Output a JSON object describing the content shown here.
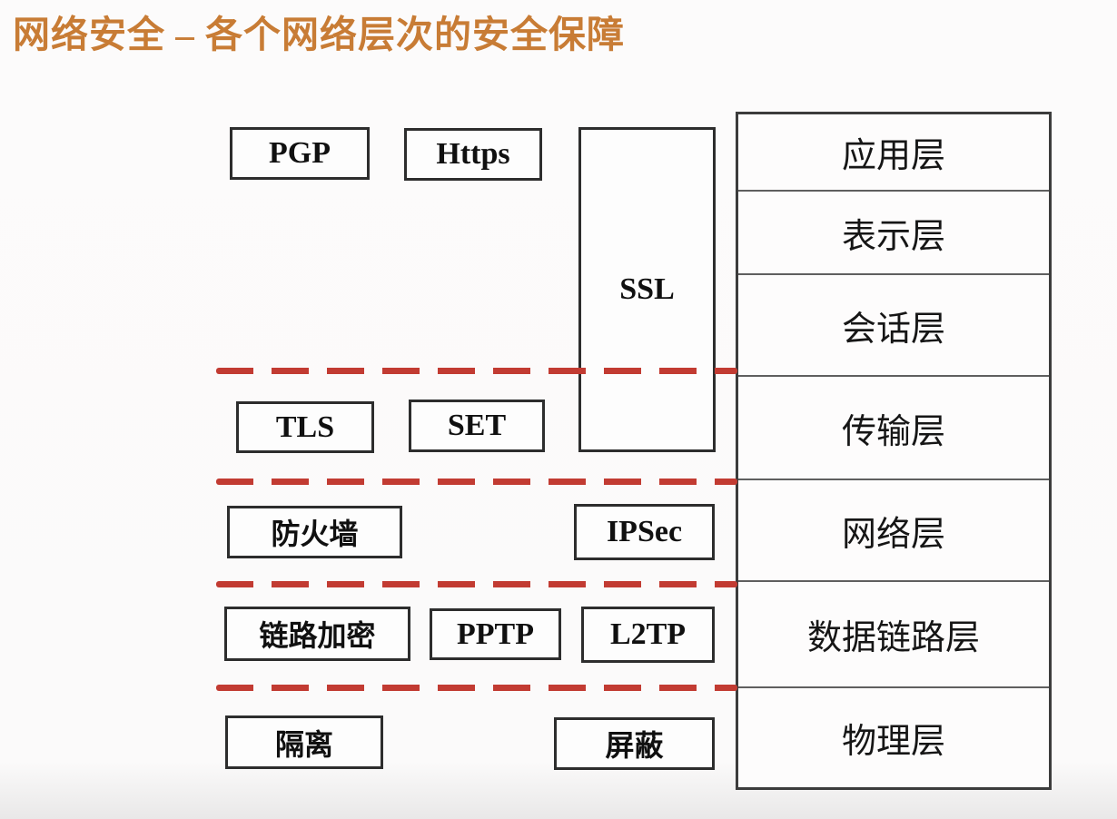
{
  "title": "网络安全 – 各个网络层次的安全保障",
  "layer_stack": {
    "layers": [
      "应用层",
      "表示层",
      "会话层",
      "传输层",
      "网络层",
      "数据链路层",
      "物理层"
    ]
  },
  "protocols": {
    "pgp": "PGP",
    "https": "Https",
    "ssl": "SSL",
    "tls": "TLS",
    "set": "SET",
    "firewall": "防火墙",
    "ipsec": "IPSec",
    "link_encryption": "链路加密",
    "pptp": "PPTP",
    "l2tp": "L2TP",
    "isolation": "隔离",
    "shielding": "屏蔽"
  },
  "colors": {
    "title_orange": "#c87c35",
    "divider_red": "#c23b32",
    "box_border": "#2d2d2d"
  }
}
